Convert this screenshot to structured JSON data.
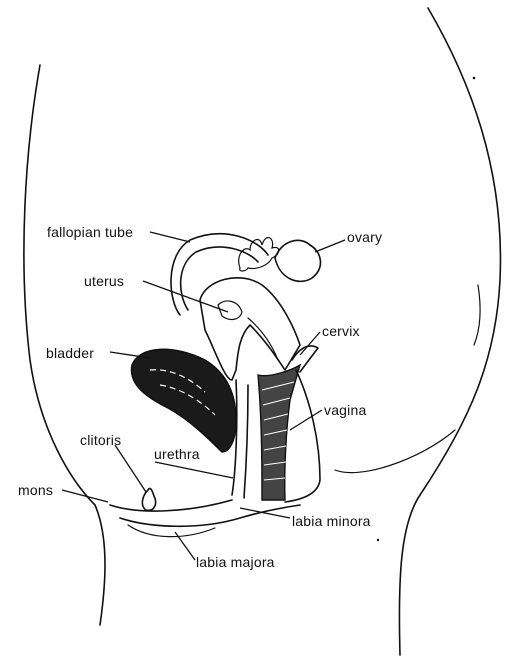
{
  "labels": {
    "fallopian_tube": "fallopian tube",
    "ovary": "ovary",
    "uterus": "uterus",
    "cervix": "cervix",
    "bladder": "bladder",
    "vagina": "vagina",
    "clitoris": "clitoris",
    "urethra": "urethra",
    "mons": "mons",
    "labia_minora": "labia minora",
    "labia_majora": "labia majora"
  },
  "colors": {
    "ink": "#111111",
    "background": "#ffffff"
  }
}
